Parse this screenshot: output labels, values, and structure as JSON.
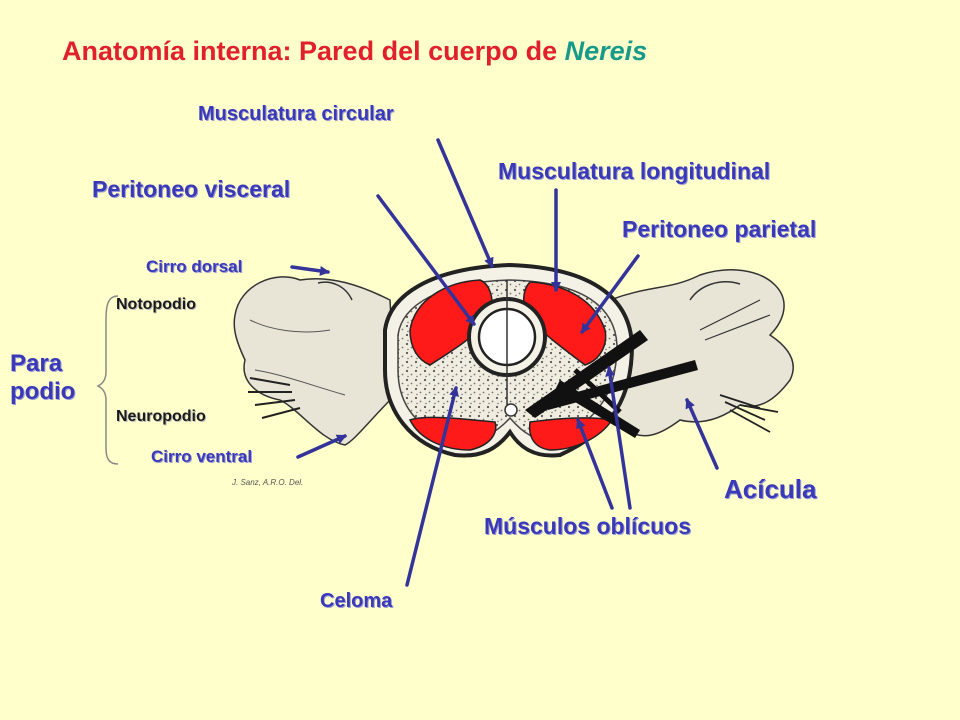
{
  "title": {
    "main": "Anatomía interna: Pared del cuerpo de ",
    "emphasis": "Nereis"
  },
  "labels": {
    "musculatura_circular": "Musculatura circular",
    "musculatura_longitudinal": "Musculatura longitudinal",
    "peritoneo_visceral": "Peritoneo visceral",
    "peritoneo_parietal": "Peritoneo parietal",
    "cirro_dorsal": "Cirro dorsal",
    "notopodio": "Notopodio",
    "neuropodio": "Neuropodio",
    "cirro_ventral": "Cirro ventral",
    "para_line1": "Para",
    "para_line2": "podio",
    "acicula": "Acícula",
    "musculos_oblicuos": "Músculos oblícuos",
    "celoma": "Celoma"
  },
  "credit": "J. Sanz, A.R.O. Del.",
  "colors": {
    "muscle": "#ff1a1a",
    "arrow": "#33339a",
    "title": "#e0202b",
    "title_emphasis": "#179a8a"
  }
}
